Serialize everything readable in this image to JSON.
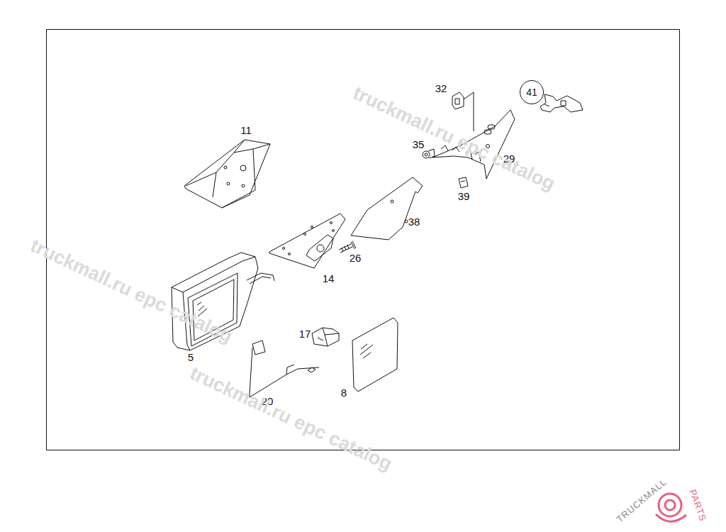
{
  "diagram": {
    "nodes": [
      {
        "text": [
          "41"
        ]
      }
    ],
    "labels": [
      "11",
      "32",
      "35",
      "29",
      "39",
      "38",
      "26",
      "14",
      "5",
      "17",
      "20",
      "8",
      "truckmall.ru epc catalog",
      "truckmall.ru epc catalog",
      "truckmall.ru epc catalog",
      "TRUCKMALL",
      "PARTS"
    ]
  }
}
